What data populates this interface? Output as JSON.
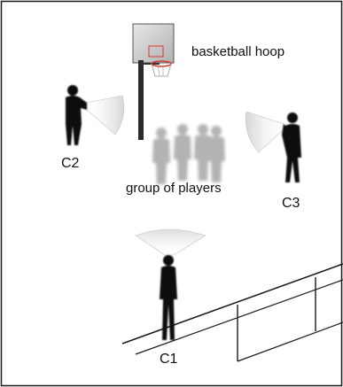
{
  "labels": {
    "hoop": "basketball hoop",
    "group": "group of players",
    "c1": "C1",
    "c2": "C2",
    "c3": "C3"
  },
  "colors": {
    "frame": "#1a1a1a",
    "person": "#0a0a0a",
    "players": "#9a9a9a",
    "cone": "#c8c8c8",
    "rim": "#d23a2a"
  }
}
